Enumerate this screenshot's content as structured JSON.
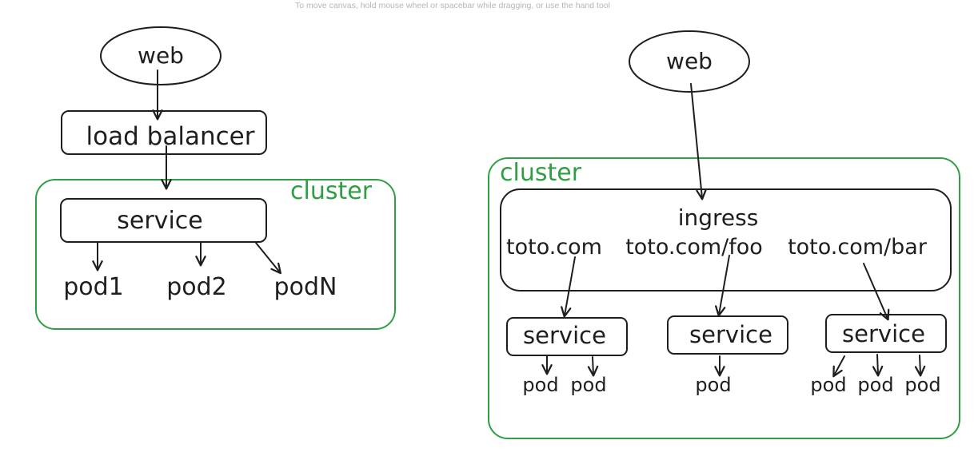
{
  "canvas_hint": "To move canvas, hold mouse wheel or spacebar while dragging, or use the hand tool",
  "colors": {
    "ink": "#1e1e1e",
    "cluster": "#2f9e44",
    "hint": "#b6b6b6"
  },
  "left_diagram": {
    "web": "web",
    "load_balancer": "load balancer",
    "cluster": "cluster",
    "service": "service",
    "pods": [
      "pod1",
      "pod2",
      "podN"
    ]
  },
  "right_diagram": {
    "web": "web",
    "cluster": "cluster",
    "ingress": "ingress",
    "routes": [
      "toto.com",
      "toto.com/foo",
      "toto.com/bar"
    ],
    "services": [
      {
        "label": "service",
        "pods": [
          "pod",
          "pod"
        ]
      },
      {
        "label": "service",
        "pods": [
          "pod"
        ]
      },
      {
        "label": "service",
        "pods": [
          "pod",
          "pod",
          "pod"
        ]
      }
    ]
  }
}
